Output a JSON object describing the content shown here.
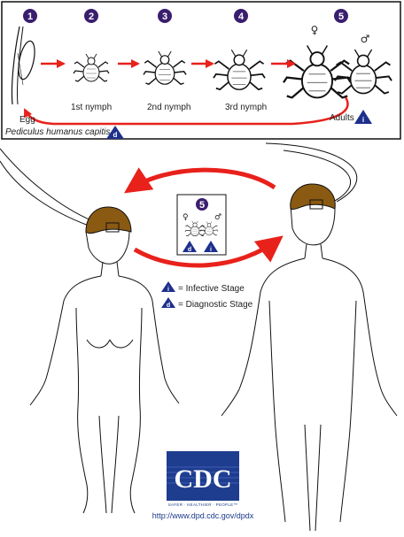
{
  "lifecycle": {
    "stages": [
      {
        "number": "1",
        "label": "Egg"
      },
      {
        "number": "2",
        "label": "1st nymph"
      },
      {
        "number": "3",
        "label": "2nd nymph"
      },
      {
        "number": "4",
        "label": "3rd nymph"
      },
      {
        "number": "5",
        "label": "Adults"
      }
    ],
    "species": "Pediculus humanus capitis",
    "female_symbol": "♀",
    "male_symbol": "♂"
  },
  "badges": {
    "infective": "i",
    "diagnostic": "d"
  },
  "center_box": {
    "number": "5",
    "female_symbol": "♀",
    "male_symbol": "♂"
  },
  "legend": {
    "infective_text": "= Infective Stage",
    "diagnostic_text": "= Diagnostic Stage"
  },
  "logo": {
    "text": "CDC",
    "tagline": "SAFER · HEALTHIER · PEOPLE™",
    "url": "http://www.dpd.cdc.gov/dpdx"
  },
  "colors": {
    "arrow_red": "#e8211b",
    "circle_purple": "#3a1e6e",
    "badge_navy": "#1d2f8c",
    "hair_brown": "#8a5a12",
    "cdc_blue": "#1e3d8f"
  }
}
